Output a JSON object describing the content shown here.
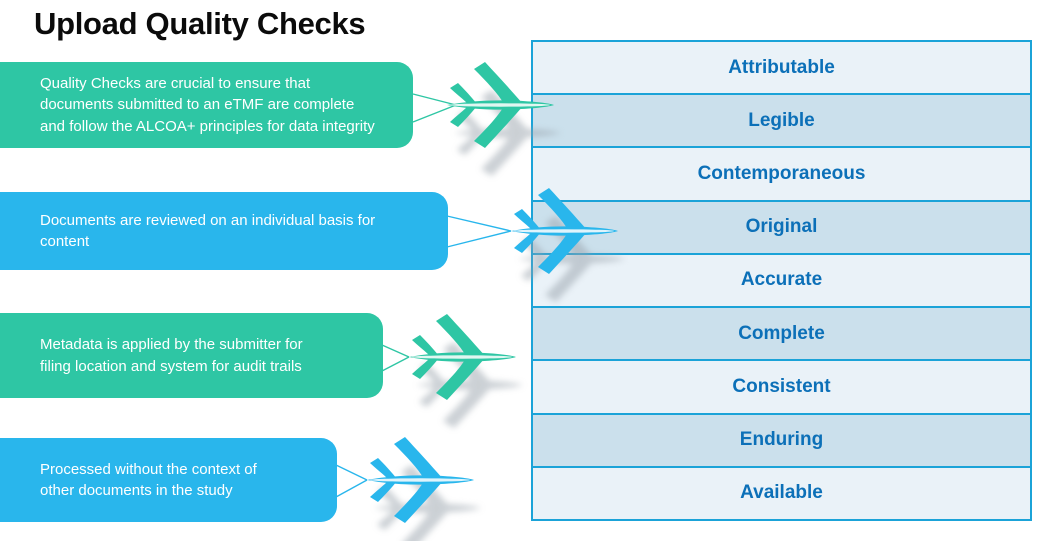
{
  "title": "Upload Quality Checks",
  "callouts": [
    {
      "text": "Quality Checks are crucial to ensure that\ndocuments submitted to an eTMF are complete\nand follow the ALCOA+ principles for data integrity",
      "color": "#2EC6A4"
    },
    {
      "text": "Documents are reviewed on an individual basis for\ncontent",
      "color": "#29B6EC"
    },
    {
      "text": "Metadata is applied by the submitter for\nfiling location and system for audit trails",
      "color": "#2EC6A4"
    },
    {
      "text": "Processed without the context of\nother documents in the study",
      "color": "#29B6EC"
    }
  ],
  "table": {
    "rows": [
      "Attributable",
      "Legible",
      "Contemporaneous",
      "Original",
      "Accurate",
      "Complete",
      "Consistent",
      "Enduring",
      "Available"
    ]
  },
  "icons": {
    "airplane": "airplane-icon"
  },
  "colors": {
    "teal": "#2EC6A4",
    "blue": "#29B6EC",
    "table_border": "#1BA3D8",
    "row_light": "#EAF2F8",
    "row_dark": "#CBE0EC",
    "row_text": "#0C70B8",
    "title_text": "#0B0B0B",
    "callout_text": "#FFFFFF",
    "shadow": "#98A2AB"
  }
}
